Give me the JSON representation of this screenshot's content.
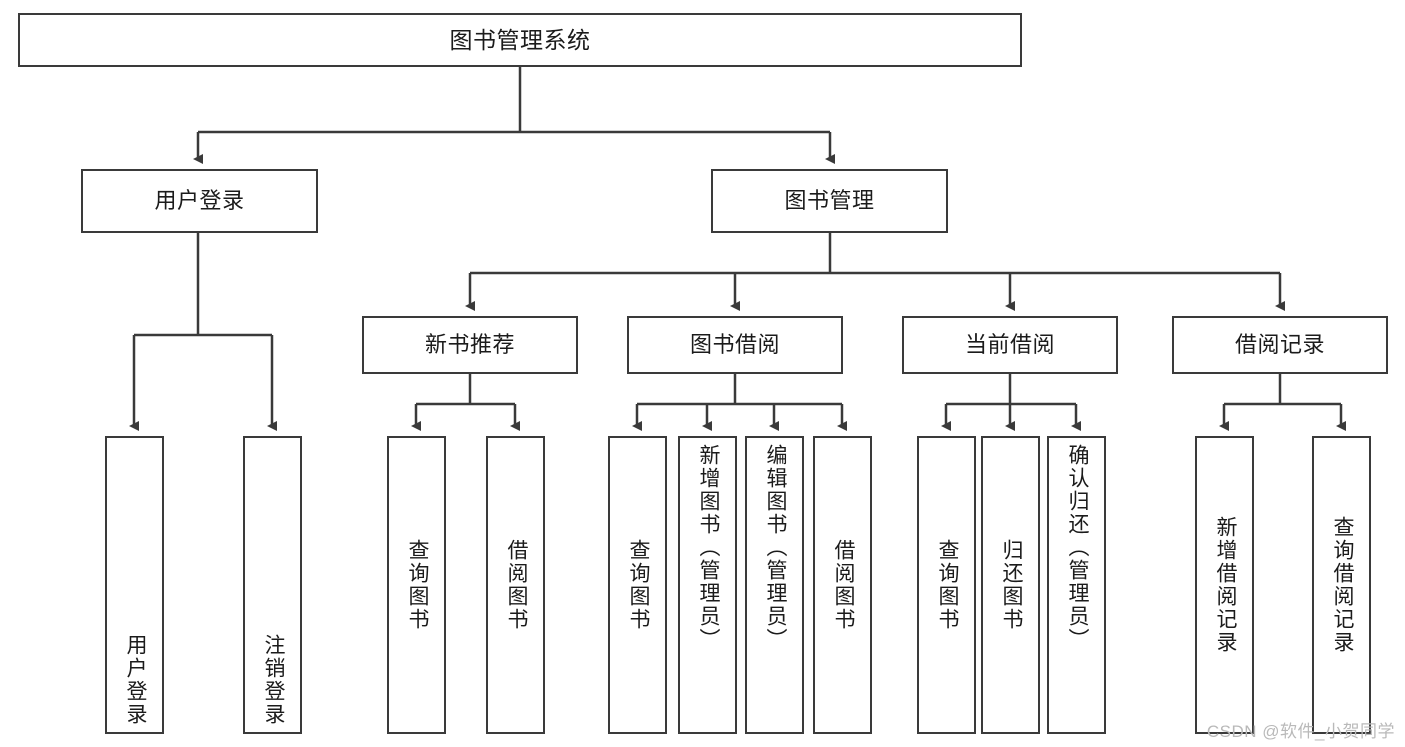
{
  "diagram": {
    "title": "图书管理系统",
    "type": "tree-hierarchy",
    "colors": {
      "stroke": "#3a3a3a",
      "fill": "#ffffff",
      "text": "#1b1b1b",
      "watermark": "#b9b9b9"
    }
  },
  "root": {
    "label": "图书管理系统"
  },
  "level2": [
    {
      "label": "用户登录"
    },
    {
      "label": "图书管理"
    }
  ],
  "level3": [
    {
      "label": "新书推荐"
    },
    {
      "label": "图书借阅"
    },
    {
      "label": "当前借阅"
    },
    {
      "label": "借阅记录"
    }
  ],
  "leaves": {
    "user_login": [
      {
        "label": "用户登录"
      },
      {
        "label": "注销登录"
      }
    ],
    "new_book_recommend": [
      {
        "label": "查询图书"
      },
      {
        "label": "借阅图书"
      }
    ],
    "book_borrow": [
      {
        "label": "查询图书"
      },
      {
        "label": "新增图书（管理员）"
      },
      {
        "label": "编辑图书（管理员）"
      },
      {
        "label": "借阅图书"
      }
    ],
    "current_borrow": [
      {
        "label": "查询图书"
      },
      {
        "label": "归还图书"
      },
      {
        "label": "确认归还（管理员）"
      }
    ],
    "borrow_record": [
      {
        "label": "新增借阅记录"
      },
      {
        "label": "查询借阅记录"
      }
    ]
  },
  "watermark": {
    "text": "CSDN @软件_小贺同学"
  }
}
